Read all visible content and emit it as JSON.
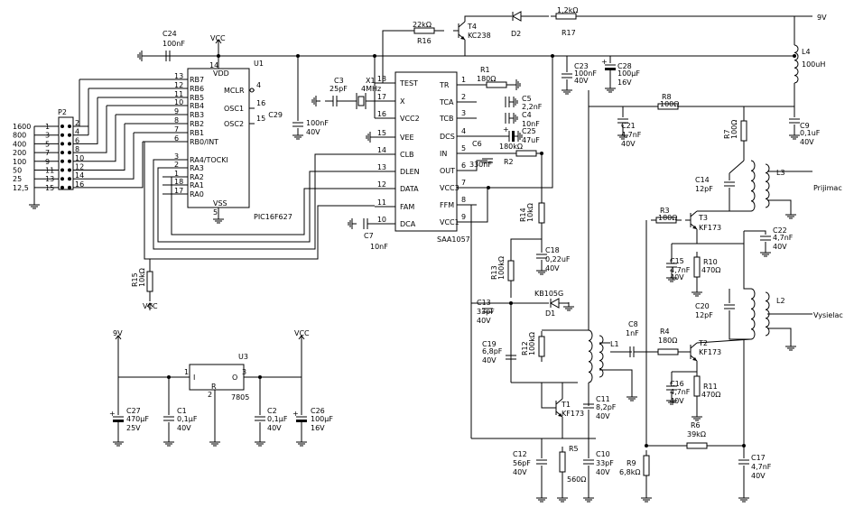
{
  "supply": {
    "v9": "9V",
    "vcc": "VCC"
  },
  "u1": {
    "ref": "U1",
    "part": "PIC16F627",
    "vdd": "VDD",
    "vss": "VSS",
    "pins_left": [
      {
        "num": "13",
        "name": "RB7"
      },
      {
        "num": "12",
        "name": "RB6"
      },
      {
        "num": "11",
        "name": "RB5"
      },
      {
        "num": "10",
        "name": "RB4"
      },
      {
        "num": "9",
        "name": "RB3"
      },
      {
        "num": "8",
        "name": "RB2"
      },
      {
        "num": "7",
        "name": "RB1"
      },
      {
        "num": "6",
        "name": "RB0/INT"
      },
      {
        "num": "3",
        "name": "RA4/TOCKI"
      },
      {
        "num": "2",
        "name": "RA3"
      },
      {
        "num": "1",
        "name": "RA2"
      },
      {
        "num": "18",
        "name": "RA1"
      },
      {
        "num": "17",
        "name": "RA0"
      }
    ],
    "pins_right": [
      {
        "num": "4",
        "name": "MCLR"
      },
      {
        "num": "16",
        "name": "OSC1"
      },
      {
        "num": "15",
        "name": "OSC2"
      }
    ],
    "pin_vdd": "14",
    "pin_vss": "5"
  },
  "u2": {
    "part": "SAA1057",
    "pins_left": [
      {
        "num": "18",
        "name": "TEST"
      },
      {
        "num": "17",
        "name": "X"
      },
      {
        "num": "16",
        "name": "VCC2"
      },
      {
        "num": "15",
        "name": "VEE"
      },
      {
        "num": "14",
        "name": "CLB"
      },
      {
        "num": "13",
        "name": "DLEN"
      },
      {
        "num": "12",
        "name": "DATA"
      },
      {
        "num": "11",
        "name": "FAM"
      },
      {
        "num": "10",
        "name": "DCA"
      }
    ],
    "pins_right": [
      {
        "num": "1",
        "name": "TR"
      },
      {
        "num": "2",
        "name": "TCA"
      },
      {
        "num": "3",
        "name": "TCB"
      },
      {
        "num": "4",
        "name": "DCS"
      },
      {
        "num": "5",
        "name": "IN"
      },
      {
        "num": "6",
        "name": "OUT"
      },
      {
        "num": "7",
        "name": "VCC3"
      },
      {
        "num": "8",
        "name": "FFM"
      },
      {
        "num": "9",
        "name": "VCC1"
      }
    ]
  },
  "p2": {
    "ref": "P2",
    "values": [
      "1600",
      "800",
      "400",
      "200",
      "100",
      "50",
      "25",
      "12,5"
    ],
    "pins_left": [
      "1",
      "3",
      "5",
      "7",
      "9",
      "11",
      "13",
      "15"
    ],
    "pins_right": [
      "2",
      "4",
      "6",
      "8",
      "10",
      "12",
      "14",
      "16"
    ]
  },
  "u3": {
    "ref": "U3",
    "part": "7805",
    "pin_i": "I",
    "pin_o": "O",
    "pin_r": "R",
    "n1": "1",
    "n2": "2",
    "n3": "3"
  },
  "parts": {
    "c24": [
      "C24",
      "100nF"
    ],
    "c29": [
      "C29",
      "100nF",
      "40V"
    ],
    "c3": [
      "C3",
      "25pF"
    ],
    "x1": [
      "X1",
      "4MHz"
    ],
    "r16": [
      "22kΩ",
      "R16"
    ],
    "t4": [
      "T4",
      "KC238"
    ],
    "d2": "D2",
    "r17": [
      "1,2kΩ",
      "R17"
    ],
    "l4": [
      "L4",
      "100uH"
    ],
    "c23": [
      "C23",
      "100nF",
      "40V"
    ],
    "c28": [
      "C28",
      "100µF",
      "16V"
    ],
    "r1": [
      "R1",
      "180Ω"
    ],
    "c5": [
      "C5",
      "2,2nF"
    ],
    "c4": [
      "C4",
      "10nF"
    ],
    "c25": [
      "C25",
      "47uF"
    ],
    "c6": [
      "C6",
      "330nF"
    ],
    "r2": [
      "180kΩ",
      "R2"
    ],
    "c7": [
      "C7",
      "10nF"
    ],
    "r8": [
      "R8",
      "100Ω"
    ],
    "c21": [
      "C21",
      "4,7nF",
      "40V"
    ],
    "c9": [
      "C9",
      "0,1uF",
      "40V"
    ],
    "r7": [
      "R7",
      "100Ω"
    ],
    "l3": "L3",
    "prijimac": "Prijimac",
    "c14": [
      "C14",
      "12pF"
    ],
    "r3": [
      "R3",
      "180Ω"
    ],
    "t3": [
      "T3",
      "KF173"
    ],
    "c22": [
      "C22",
      "4,7nF",
      "40V"
    ],
    "c15": [
      "C15",
      "4,7nF",
      "40V"
    ],
    "r10": [
      "R10",
      "470Ω"
    ],
    "c20": [
      "C20",
      "12pF"
    ],
    "l2": "L2",
    "vysielac": "Vysielac",
    "r14": [
      "R14",
      "10kΩ"
    ],
    "c18": [
      "C18",
      "0,22uF",
      "40V"
    ],
    "r13": [
      "R13",
      "100kΩ"
    ],
    "d1": [
      "KB105G",
      "D1"
    ],
    "c13": [
      "C13",
      "33pF",
      "40V"
    ],
    "c19": [
      "C19",
      "6,8pF",
      "40V"
    ],
    "r12": [
      "R12",
      "100kΩ"
    ],
    "l1": "L1",
    "c8": [
      "C8",
      "1nF"
    ],
    "r4": [
      "R4",
      "180Ω"
    ],
    "t2": [
      "T2",
      "KF173"
    ],
    "c16": [
      "C16",
      "4,7nF",
      "40V"
    ],
    "r11": [
      "R11",
      "470Ω"
    ],
    "c11": [
      "C11",
      "8,2pF",
      "40V"
    ],
    "t1": [
      "T1",
      "KF173"
    ],
    "r6": [
      "R6",
      "39kΩ"
    ],
    "c12": [
      "C12",
      "56pF",
      "40V"
    ],
    "r5": [
      "R5",
      "560Ω"
    ],
    "c10": [
      "C10",
      "33pF",
      "40V"
    ],
    "r9": [
      "R9",
      "6,8kΩ"
    ],
    "c17": [
      "C17",
      "4,7nF",
      "40V"
    ],
    "r15": [
      "R15",
      "10kΩ"
    ],
    "c27": [
      "C27",
      "470µF",
      "25V"
    ],
    "c1": [
      "C1",
      "0,1µF",
      "40V"
    ],
    "c2": [
      "C2",
      "0,1µF",
      "40V"
    ],
    "c26": [
      "C26",
      "100µF",
      "16V"
    ]
  }
}
